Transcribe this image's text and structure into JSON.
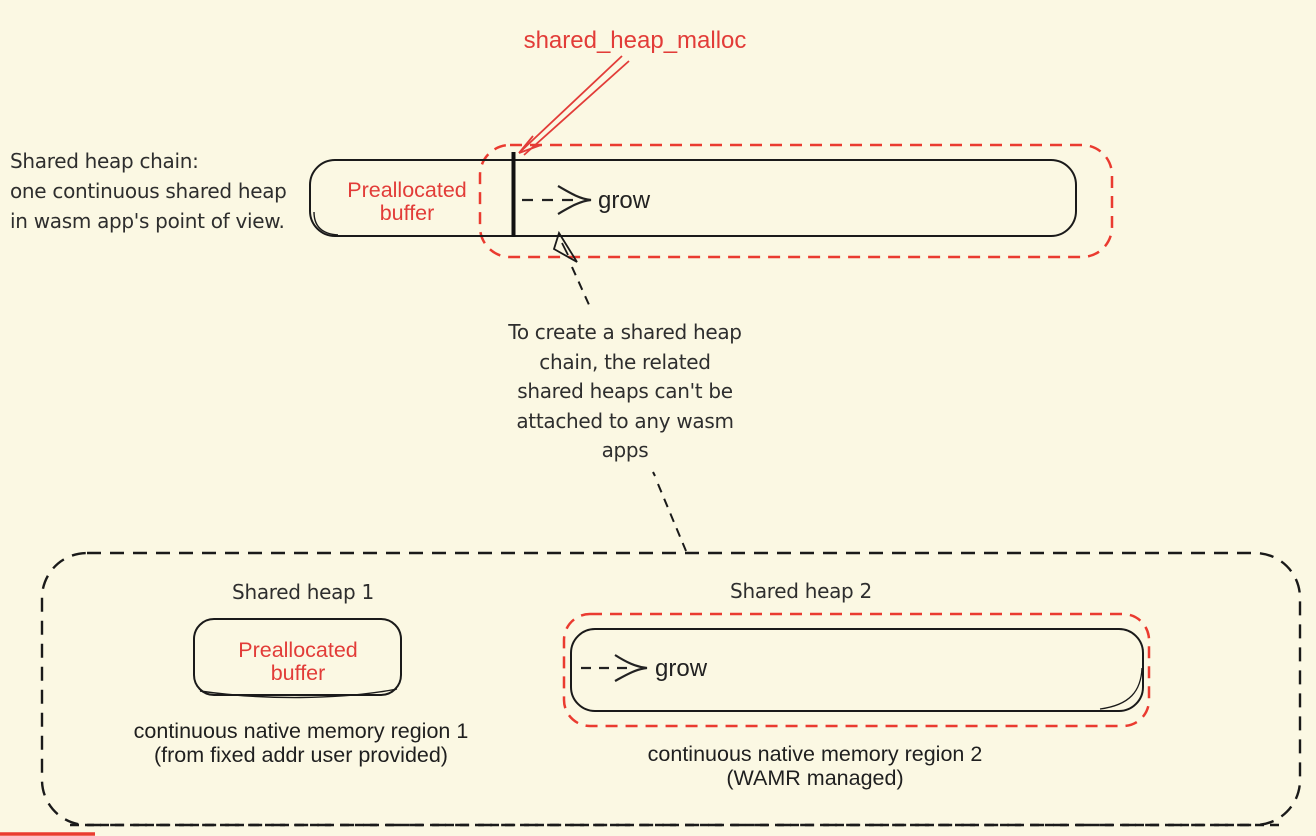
{
  "title_label": "shared_heap_malloc",
  "chain_note": {
    "lines": [
      "Shared heap chain:",
      "one continuous shared heap",
      "in wasm app's point of view."
    ]
  },
  "top_bar": {
    "preallocated": {
      "line1": "Preallocated",
      "line2": "buffer"
    },
    "grow_label": "grow"
  },
  "middle_note": {
    "lines": [
      "To create a shared heap",
      "chain, the related",
      "shared heaps can't be",
      "attached to any wasm",
      "apps"
    ]
  },
  "heap1": {
    "title": "Shared heap 1",
    "preallocated": {
      "line1": "Preallocated",
      "line2": "buffer"
    },
    "caption": {
      "line1": "continuous native memory region 1",
      "line2": "(from fixed addr user provided)"
    }
  },
  "heap2": {
    "title": "Shared heap 2",
    "grow_label": "grow",
    "caption": {
      "line1": "continuous native memory region 2",
      "line2": "(WAMR managed)"
    }
  },
  "colors": {
    "background": "#fbf8e3",
    "red": "#e23c38",
    "red_dash": "#ea3b30",
    "stroke": "#1a1a1a",
    "text": "#2e2e2e"
  }
}
